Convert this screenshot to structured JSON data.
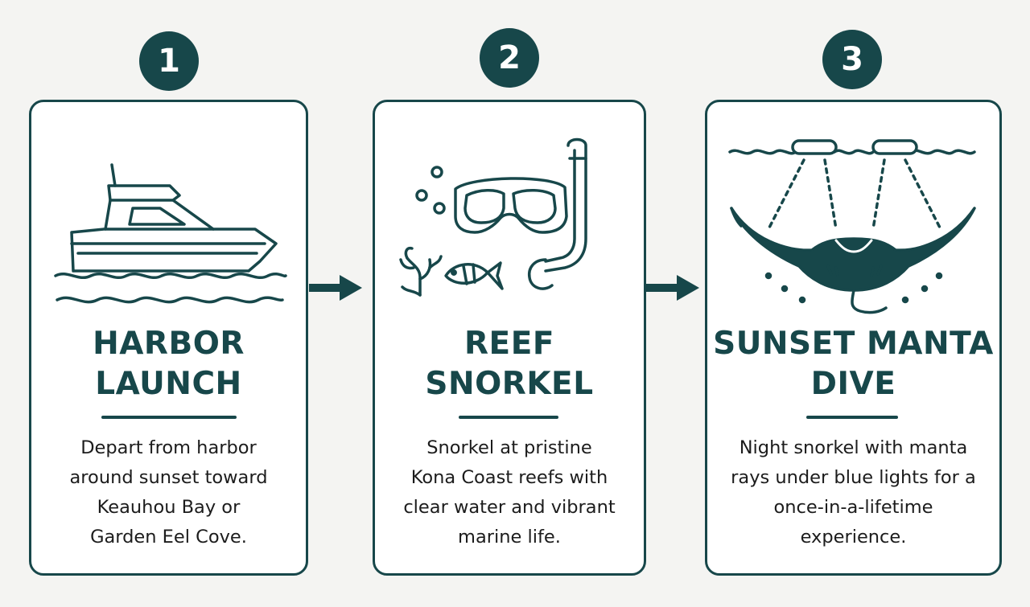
{
  "steps": [
    {
      "number": "1",
      "icon": "motor-boat-icon",
      "title_lines": [
        "HARBOR",
        "LAUNCH"
      ],
      "desc_lines": [
        "Depart from harbor",
        "around sunset toward",
        "Keauhou Bay or",
        "Garden Eel Cove."
      ]
    },
    {
      "number": "2",
      "icon": "snorkel-mask-icon",
      "title_lines": [
        "REEF",
        "SNORKEL"
      ],
      "desc_lines": [
        "Snorkel at pristine",
        "Kona Coast reefs with",
        "clear water and vibrant",
        "marine life."
      ]
    },
    {
      "number": "3",
      "icon": "manta-ray-icon",
      "title_lines": [
        "SUNSET MANTA",
        "DIVE"
      ],
      "desc_lines": [
        "Night snorkel with manta",
        "rays under blue lights for a",
        "once-in-a-lifetime",
        "experience."
      ]
    }
  ],
  "connectors": [
    "arrow-right-icon",
    "arrow-right-icon"
  ],
  "colors": {
    "accent": "#17474a",
    "card_background": "#ffffff",
    "page_background": "#f4f4f2",
    "body_text": "#1c1c1c"
  }
}
